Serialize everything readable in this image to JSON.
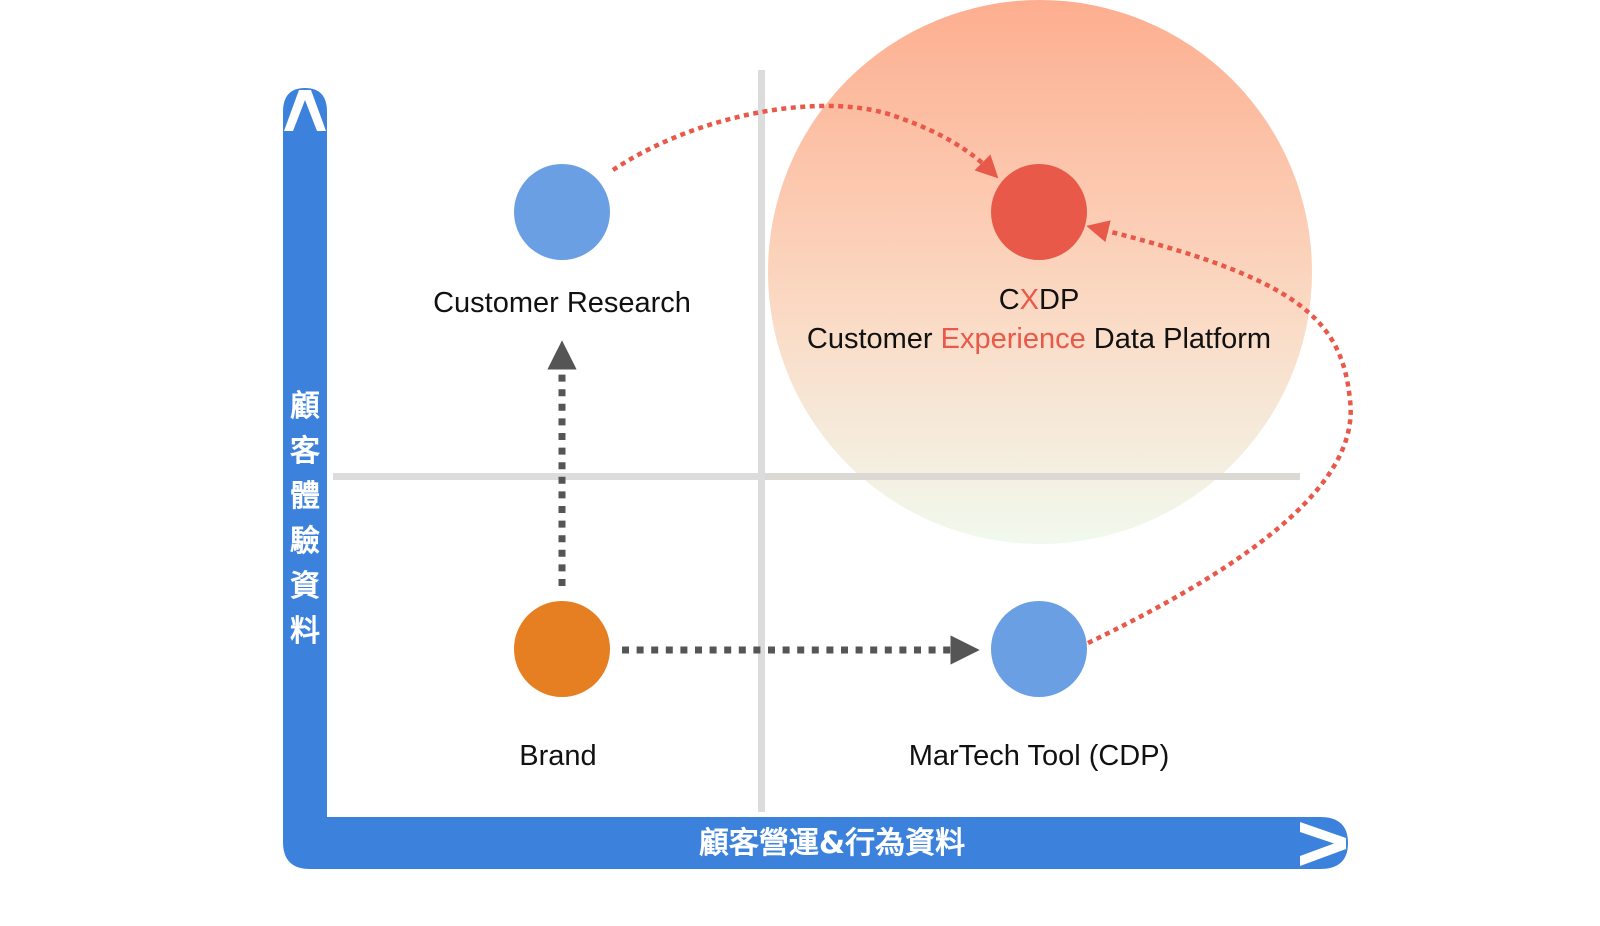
{
  "colors": {
    "axis": "#3C82DC",
    "grid": "#DCDCDC",
    "node_blue": "#6A9FE3",
    "node_orange": "#E67E22",
    "node_red": "#E8594A",
    "accent_red": "#E8594A",
    "connector_gray": "#555555",
    "connector_red": "#E8594A",
    "highlight_top": "#FDAE8F",
    "highlight_bottom": "#F1F9EE",
    "text": "#111111"
  },
  "axes": {
    "y_label_chars": [
      "顧",
      "客",
      "體",
      "驗",
      "資",
      "料"
    ],
    "y_label": "顧客體驗資料",
    "x_label": "顧客營運&行為資料",
    "y_arrow_icon": "chevron-up-icon",
    "x_arrow_icon": "chevron-right-icon"
  },
  "nodes": [
    {
      "id": "customer-research",
      "label": "Customer Research",
      "color_key": "node_blue",
      "quadrant": "top-left"
    },
    {
      "id": "cxdp",
      "label_line1_parts": [
        {
          "text": "C",
          "accent": false
        },
        {
          "text": "X",
          "accent": true
        },
        {
          "text": "DP",
          "accent": false
        }
      ],
      "label_line2_parts": [
        {
          "text": "Customer ",
          "accent": false
        },
        {
          "text": "Experience",
          "accent": true
        },
        {
          "text": " Data Platform",
          "accent": false
        }
      ],
      "color_key": "node_red",
      "quadrant": "top-right",
      "highlighted": true
    },
    {
      "id": "brand",
      "label": "Brand",
      "color_key": "node_orange",
      "quadrant": "bottom-left"
    },
    {
      "id": "martech",
      "label": "MarTech Tool (CDP)",
      "color_key": "node_blue",
      "quadrant": "bottom-right"
    }
  ],
  "connectors": [
    {
      "from": "brand",
      "to": "customer-research",
      "style": "dotted",
      "color_key": "connector_gray"
    },
    {
      "from": "brand",
      "to": "martech",
      "style": "dotted",
      "color_key": "connector_gray"
    },
    {
      "from": "customer-research",
      "to": "cxdp",
      "style": "dotted-curve",
      "color_key": "connector_red"
    },
    {
      "from": "martech",
      "to": "cxdp",
      "style": "dotted-curve",
      "color_key": "connector_red"
    }
  ]
}
